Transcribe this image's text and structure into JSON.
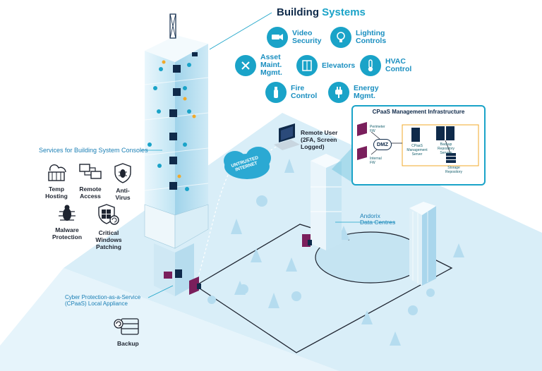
{
  "header": {
    "title_part1": "Building",
    "title_part2": "Systems"
  },
  "building_systems": [
    {
      "key": "video",
      "label": "Video\nSecurity",
      "icon": "camera-icon"
    },
    {
      "key": "lighting",
      "label": "Lighting\nControls",
      "icon": "lightbulb-icon"
    },
    {
      "key": "asset",
      "label": "Asset\nMaint.\nMgmt.",
      "icon": "wrench-icon"
    },
    {
      "key": "elevators",
      "label": "Elevators",
      "icon": "elevator-icon"
    },
    {
      "key": "hvac",
      "label": "HVAC\nControl",
      "icon": "thermometer-icon"
    },
    {
      "key": "fire",
      "label": "Fire\nControl",
      "icon": "fire-extinguisher-icon"
    },
    {
      "key": "energy",
      "label": "Energy\nMgmt.",
      "icon": "plug-icon"
    }
  ],
  "services": {
    "title": "Services for Building System Consoles",
    "items": [
      {
        "key": "temp",
        "label": "Temp\nHosting",
        "icon": "server-cloud-icon"
      },
      {
        "key": "remote",
        "label": "Remote\nAccess",
        "icon": "remote-access-icon"
      },
      {
        "key": "antivirus",
        "label": "Anti-\nVirus",
        "icon": "shield-bug-icon"
      },
      {
        "key": "malware",
        "label": "Malware\nProtection",
        "icon": "bug-icon"
      },
      {
        "key": "patching",
        "label": "Critical\nWindows\nPatching",
        "icon": "windows-shield-icon"
      }
    ]
  },
  "cpaas_infra": {
    "title": "CPaaS Management Infrastructure",
    "perimeter_fw": "Perimeter\nFW",
    "internal_fw": "Internal\nFW",
    "dmz": "DMZ",
    "mgmt_server": "CPaaS\nManagement\nServer",
    "backup_servers": "Backup\nRepository\nServers",
    "storage": "Storage\nRepository"
  },
  "remote_user": "Remote User\n(2FA, Screen\nLogged)",
  "untrusted_internet": "UNTRUSTED\nINTERNET",
  "data_centres": "Andorix\nData Centres",
  "local_appliance": "Cyber Protection-as-a-Service\n(CPaaS) Local Appliance",
  "backup": "Backup",
  "colors": {
    "accent": "#1aa3c8",
    "navy": "#0f2a4a",
    "firewall": "#7a1f5c",
    "ground": "#d6ecf7"
  }
}
